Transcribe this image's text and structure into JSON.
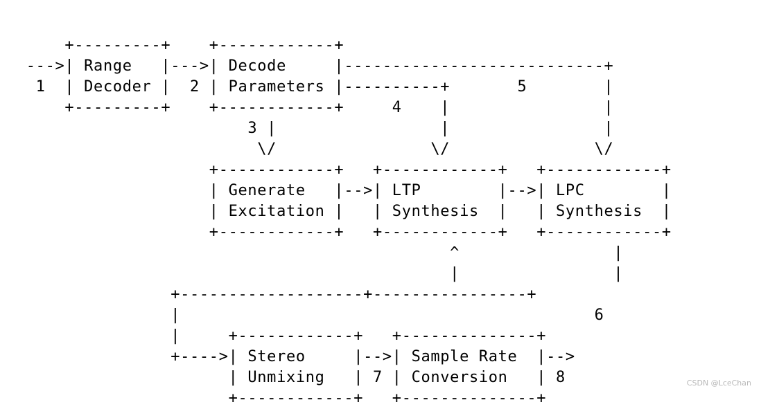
{
  "diagram": {
    "lines": [
      "      +---------+    +------------+",
      "  --->| Range   |--->| Decode     |---------------------------+",
      "   1  | Decoder |  2 | Parameters |----------+       5        |",
      "      +---------+    +------------+     4    |                |",
      "                         3 |                 |                |",
      "                          \\/                \\/               \\/",
      "                     +------------+   +------------+   +------------+",
      "                     | Generate   |-->| LTP        |-->| LPC        |",
      "                     | Excitation |   | Synthesis  |   | Synthesis  |",
      "                     +------------+   +------------+   +------------+",
      "                                              ^                |",
      "                                              |                |",
      "                 +-------------------+----------------+",
      "                 |                                           6",
      "                 |     +------------+   +--------------+",
      "                 +---->| Stereo     |-->| Sample Rate  |-->",
      "                       | Unmixing   | 7 | Conversion   | 8",
      "                       +------------+   +--------------+"
    ]
  },
  "watermark": "CSDN @LceChan"
}
